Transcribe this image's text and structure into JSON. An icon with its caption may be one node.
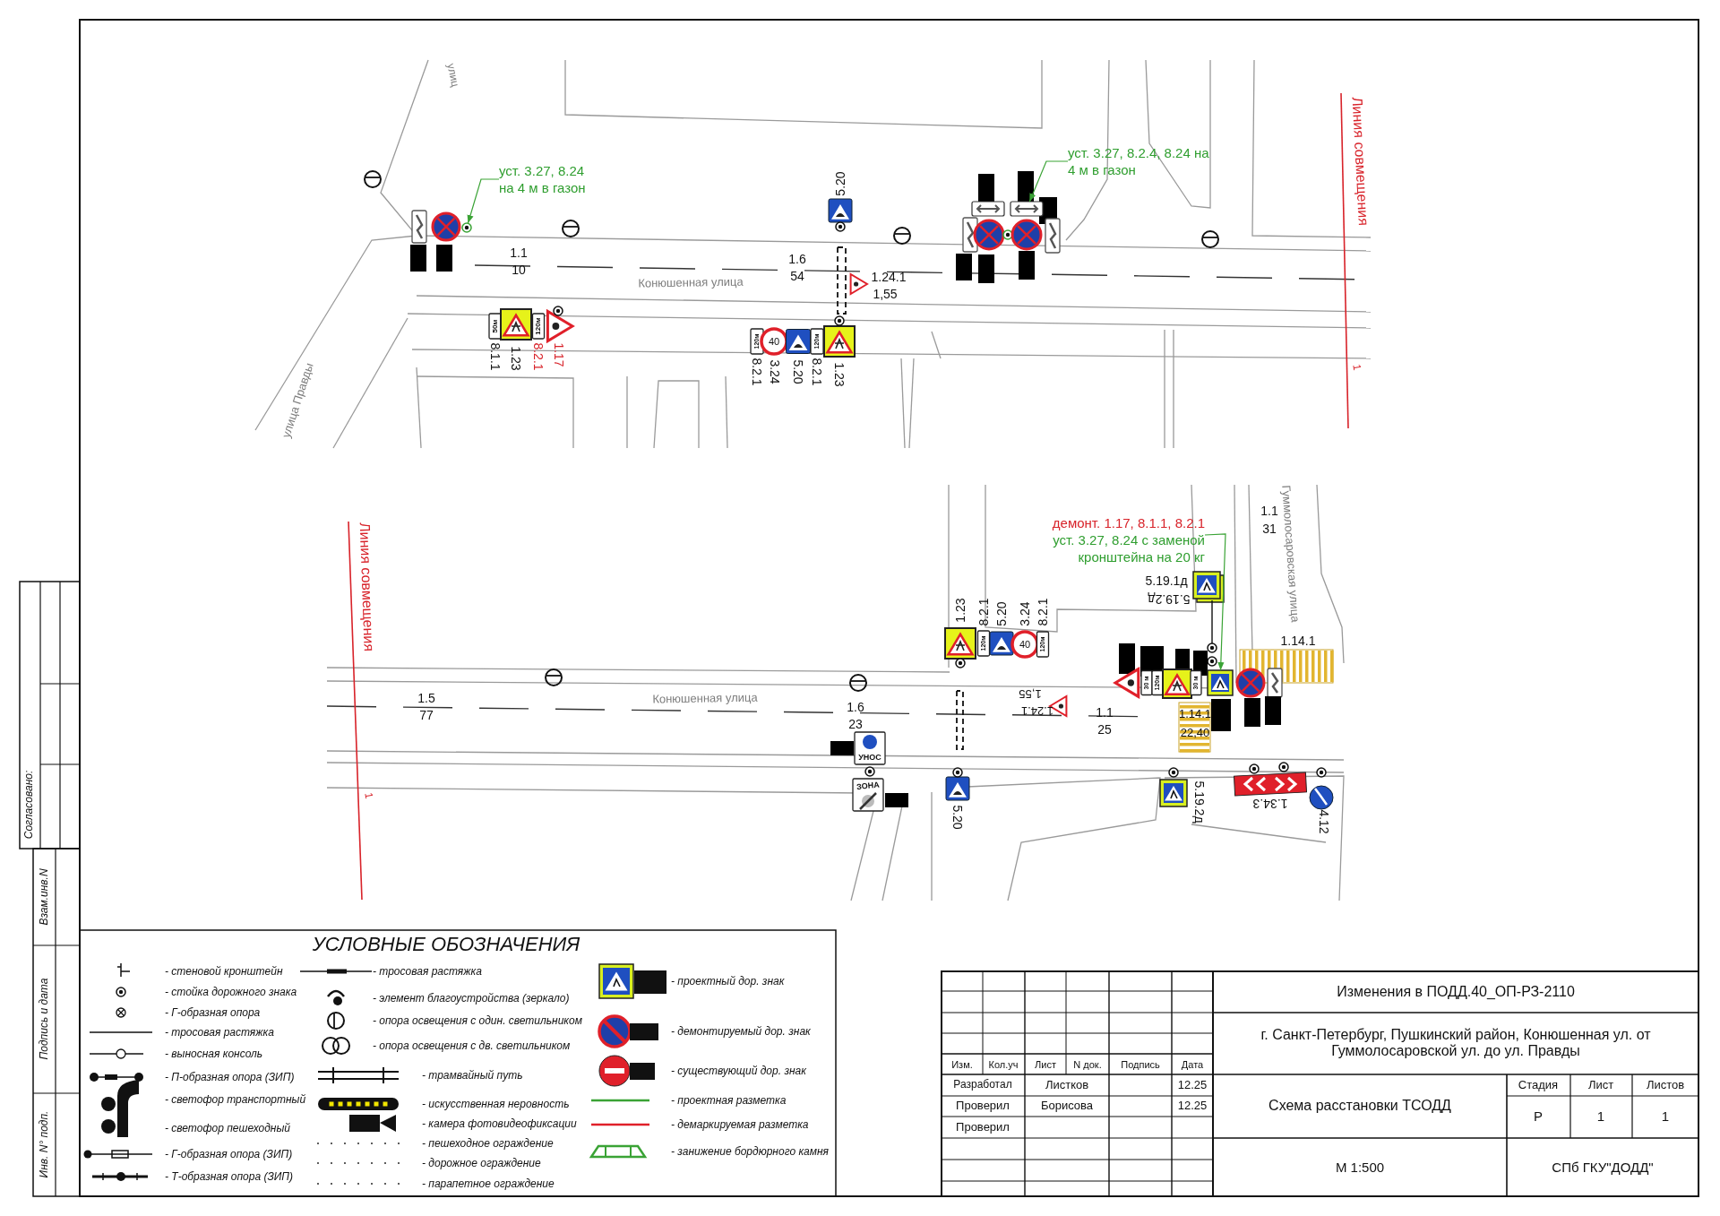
{
  "diagram": {
    "nodes": [
      {
        "text": [
          "уст. 3.27, 8.24 на 4 м в газон"
        ]
      },
      {
        "text": [],
        "shape": "circle"
      },
      {
        "text": [
          "уст. 3.27, 8.2.4, 8.24 на 4 м в газон"
        ]
      },
      {
        "text": [],
        "shape": "box"
      },
      {
        "text": [
          "демонт. 1.17, 8.1.1, 8.2.1",
          "уст. 3.27, 8.24 с заменой кронштейна на 20 кг"
        ]
      },
      {
        "text": [],
        "shape": "box"
      }
    ],
    "edges": [
      {
        "from": 0,
        "to": 1,
        "arrow": "to"
      },
      {
        "from": 2,
        "to": 3,
        "arrow": "to"
      },
      {
        "from": 4,
        "to": 5,
        "arrow": "to"
      }
    ],
    "labels": [
      "улиц",
      "5.20",
      "Линия совмещения",
      "1.1",
      "10",
      "1.6",
      "54",
      "1.24.1",
      "1,55",
      "Конюшенная улица",
      "50м",
      "120м",
      "8.1.1",
      "1.23",
      "8.2.1",
      "1.17",
      "120м",
      "40",
      "120м",
      "8.2.1",
      "3.24",
      "5.20",
      "8.2.1",
      "1.23",
      "улица Правды",
      "1",
      "Линия совмещения",
      "1",
      "1.5",
      "77",
      "Конюшенная улица",
      "1.6",
      "23",
      "1.23",
      "8.2.1",
      "5.20",
      "3.24",
      "8.2.1",
      "120м",
      "40",
      "120м",
      "1.1",
      "31",
      "Гуммолосаровская улица",
      "5.19.1д",
      "5.19.2д",
      "1.14.1",
      "30 м",
      "120м",
      "30 м",
      "1,55",
      "1.24.1",
      "1.1",
      "25",
      "1.14.1",
      "22,40",
      "УНОС",
      "ЗОНА",
      "5.20",
      "5.19.2д",
      "1.34.3",
      "4.12",
      "УСЛОВНЫЕ ОБОЗНАЧЕНИЯ",
      "Изменения в ПОДД.40_ОП-РЗ-2110",
      "г. Санкт-Петербург, Пушкинский район, Конюшенная ул. от Гуммолосаровской ул. до ул. Правды",
      "Изм.",
      "Кол.уч",
      "Лист",
      "N док.",
      "Подпись",
      "Дата",
      "Разработал",
      "Листков",
      "12.25",
      "Схема расстановки ТСОДД",
      "Стадия",
      "Лист",
      "Листов",
      "Проверил",
      "Борисова",
      "12.25",
      "Р",
      "1",
      "1",
      "Проверил",
      "М 1:500",
      "СПб ГКУ\"ДОДД\"",
      "Согласовано:",
      "Взам.инв.N",
      "Подпись и дата",
      "Инв. N° подп."
    ],
    "legend": [
      {
        "text": "- стеновой кронштейн"
      },
      {
        "text": "- стойка дорожного знака"
      },
      {
        "text": "- Г-образная опора"
      },
      {
        "text": "- тросовая растяжка"
      },
      {
        "text": "- выносная консоль"
      },
      {
        "text": "- П-образная опора (ЗИП)"
      },
      {
        "text": "- светофор транспортный"
      },
      {
        "text": "- светофор пешеходный"
      },
      {
        "text": "- Г-образная опора (ЗИП)"
      },
      {
        "text": "- Т-образная опора (ЗИП)"
      },
      {
        "text": "- тросовая растяжка"
      },
      {
        "text": "- элемент благоустройства (зеркало)"
      },
      {
        "text": "- опора освещения с один. светильником"
      },
      {
        "text": "- опора освещения с дв. светильником"
      },
      {
        "text": "- трамвайный путь"
      },
      {
        "text": "- искусственная неровность"
      },
      {
        "text": "- камера фотовидеофиксации"
      },
      {
        "text": "- пешеходное ограждение"
      },
      {
        "text": "- дорожное ограждение"
      },
      {
        "text": "- парапетное ограждение"
      },
      {
        "text": "- проектный дор. знак"
      },
      {
        "text": "- демонтируемый дор. знак"
      },
      {
        "text": "- существующий дор. знак"
      },
      {
        "text": "- проектная разметка"
      },
      {
        "text": "- демаркируемая разметка"
      },
      {
        "text": "- занижение бордюрного камня"
      }
    ]
  }
}
